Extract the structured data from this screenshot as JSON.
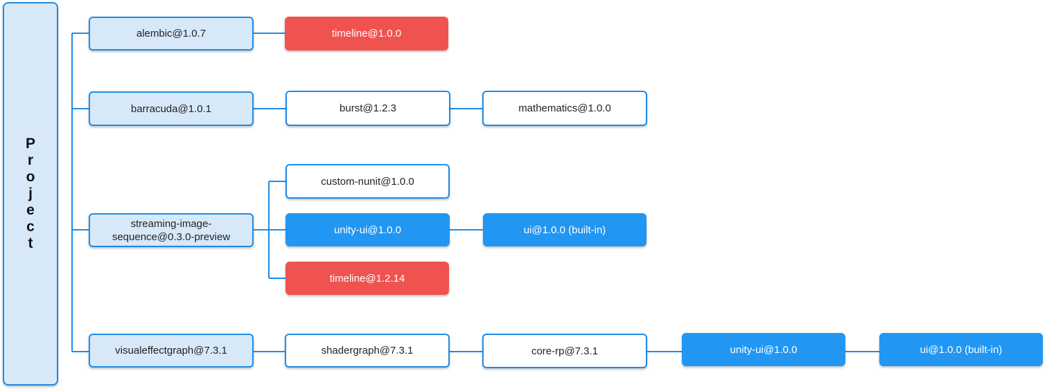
{
  "root": {
    "letters": [
      "P",
      "r",
      "o",
      "j",
      "e",
      "c",
      "t"
    ]
  },
  "nodes": {
    "alembic": "alembic@1.0.7",
    "timeline_100": "timeline@1.0.0",
    "barracuda": "barracuda@1.0.1",
    "burst": "burst@1.2.3",
    "mathematics": "mathematics@1.0.0",
    "streaming_line1": "streaming-image-",
    "streaming_line2": "sequence@0.3.0-preview",
    "custom_nunit": "custom-nunit@1.0.0",
    "unity_ui_a": "unity-ui@1.0.0",
    "ui_builtin_a": "ui@1.0.0 (built-in)",
    "timeline_1214": "timeline@1.2.14",
    "visualeffectgraph": "visualeffectgraph@7.3.1",
    "shadergraph": "shadergraph@7.3.1",
    "core_rp": "core-rp@7.3.1",
    "unity_ui_b": "unity-ui@1.0.0",
    "ui_builtin_b": "ui@1.0.0 (built-in)"
  },
  "colors": {
    "line": "#1e8ce6",
    "direct_fill": "#d7e9f9",
    "blue_fill": "#2196f3",
    "red_fill": "#ef5350"
  }
}
